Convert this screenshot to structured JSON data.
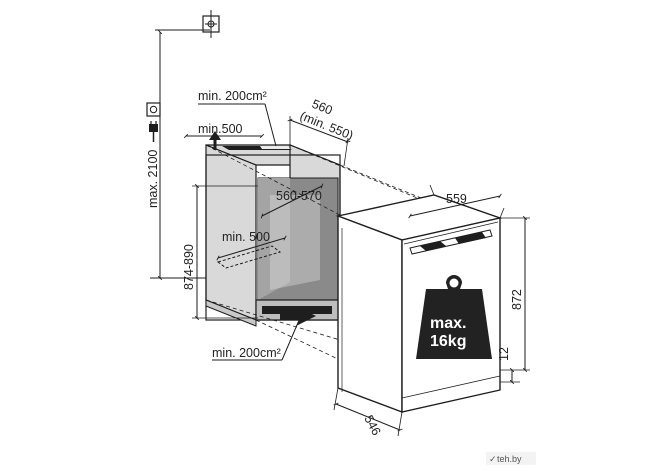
{
  "diagram": {
    "labels": {
      "max_height": "max. 2100",
      "vent_top_area": "min. 200cm²",
      "vent_top_depth": "min.500",
      "niche_width": "560",
      "niche_width_min": "(min. 550)",
      "inner_width": "560-570",
      "floor_depth": "min. 500",
      "niche_height": "874-890",
      "vent_bottom_area": "min. 200cm²",
      "unit_width": "559",
      "unit_height": "872",
      "plinth_height": "12",
      "unit_depth": "546"
    },
    "weight": {
      "line1": "max.",
      "line2": "16kg"
    },
    "watermark": {
      "prefix": "✓",
      "text": "teh.by"
    }
  },
  "colors": {
    "line": "#1e1e1e",
    "niche_fill": "#d9d9d9",
    "inner_fill": "#8a8a8a",
    "inner_light": "#ececec",
    "weight_fill": "#222222",
    "weight_text": "#ffffff"
  },
  "icons": [
    "ground-symbol-icon",
    "power-socket-icon",
    "power-plug-icon",
    "airflow-arrow-icon",
    "weight-icon"
  ]
}
